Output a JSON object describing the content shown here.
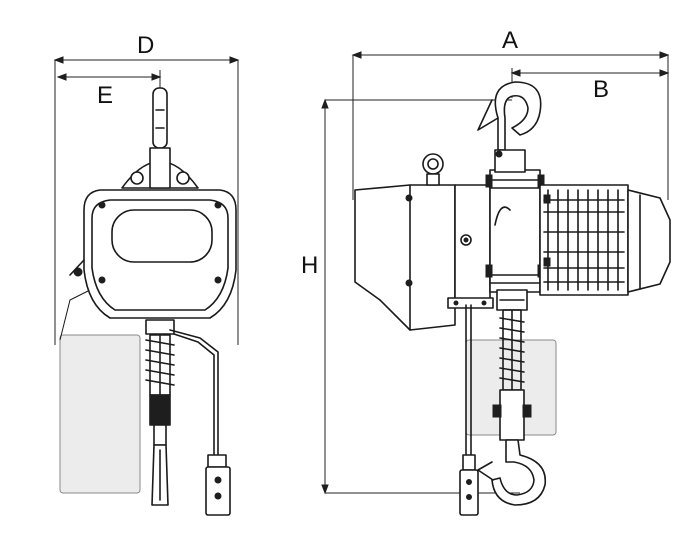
{
  "labels": {
    "D": "D",
    "E": "E",
    "A": "A",
    "B": "B",
    "H": "H"
  }
}
